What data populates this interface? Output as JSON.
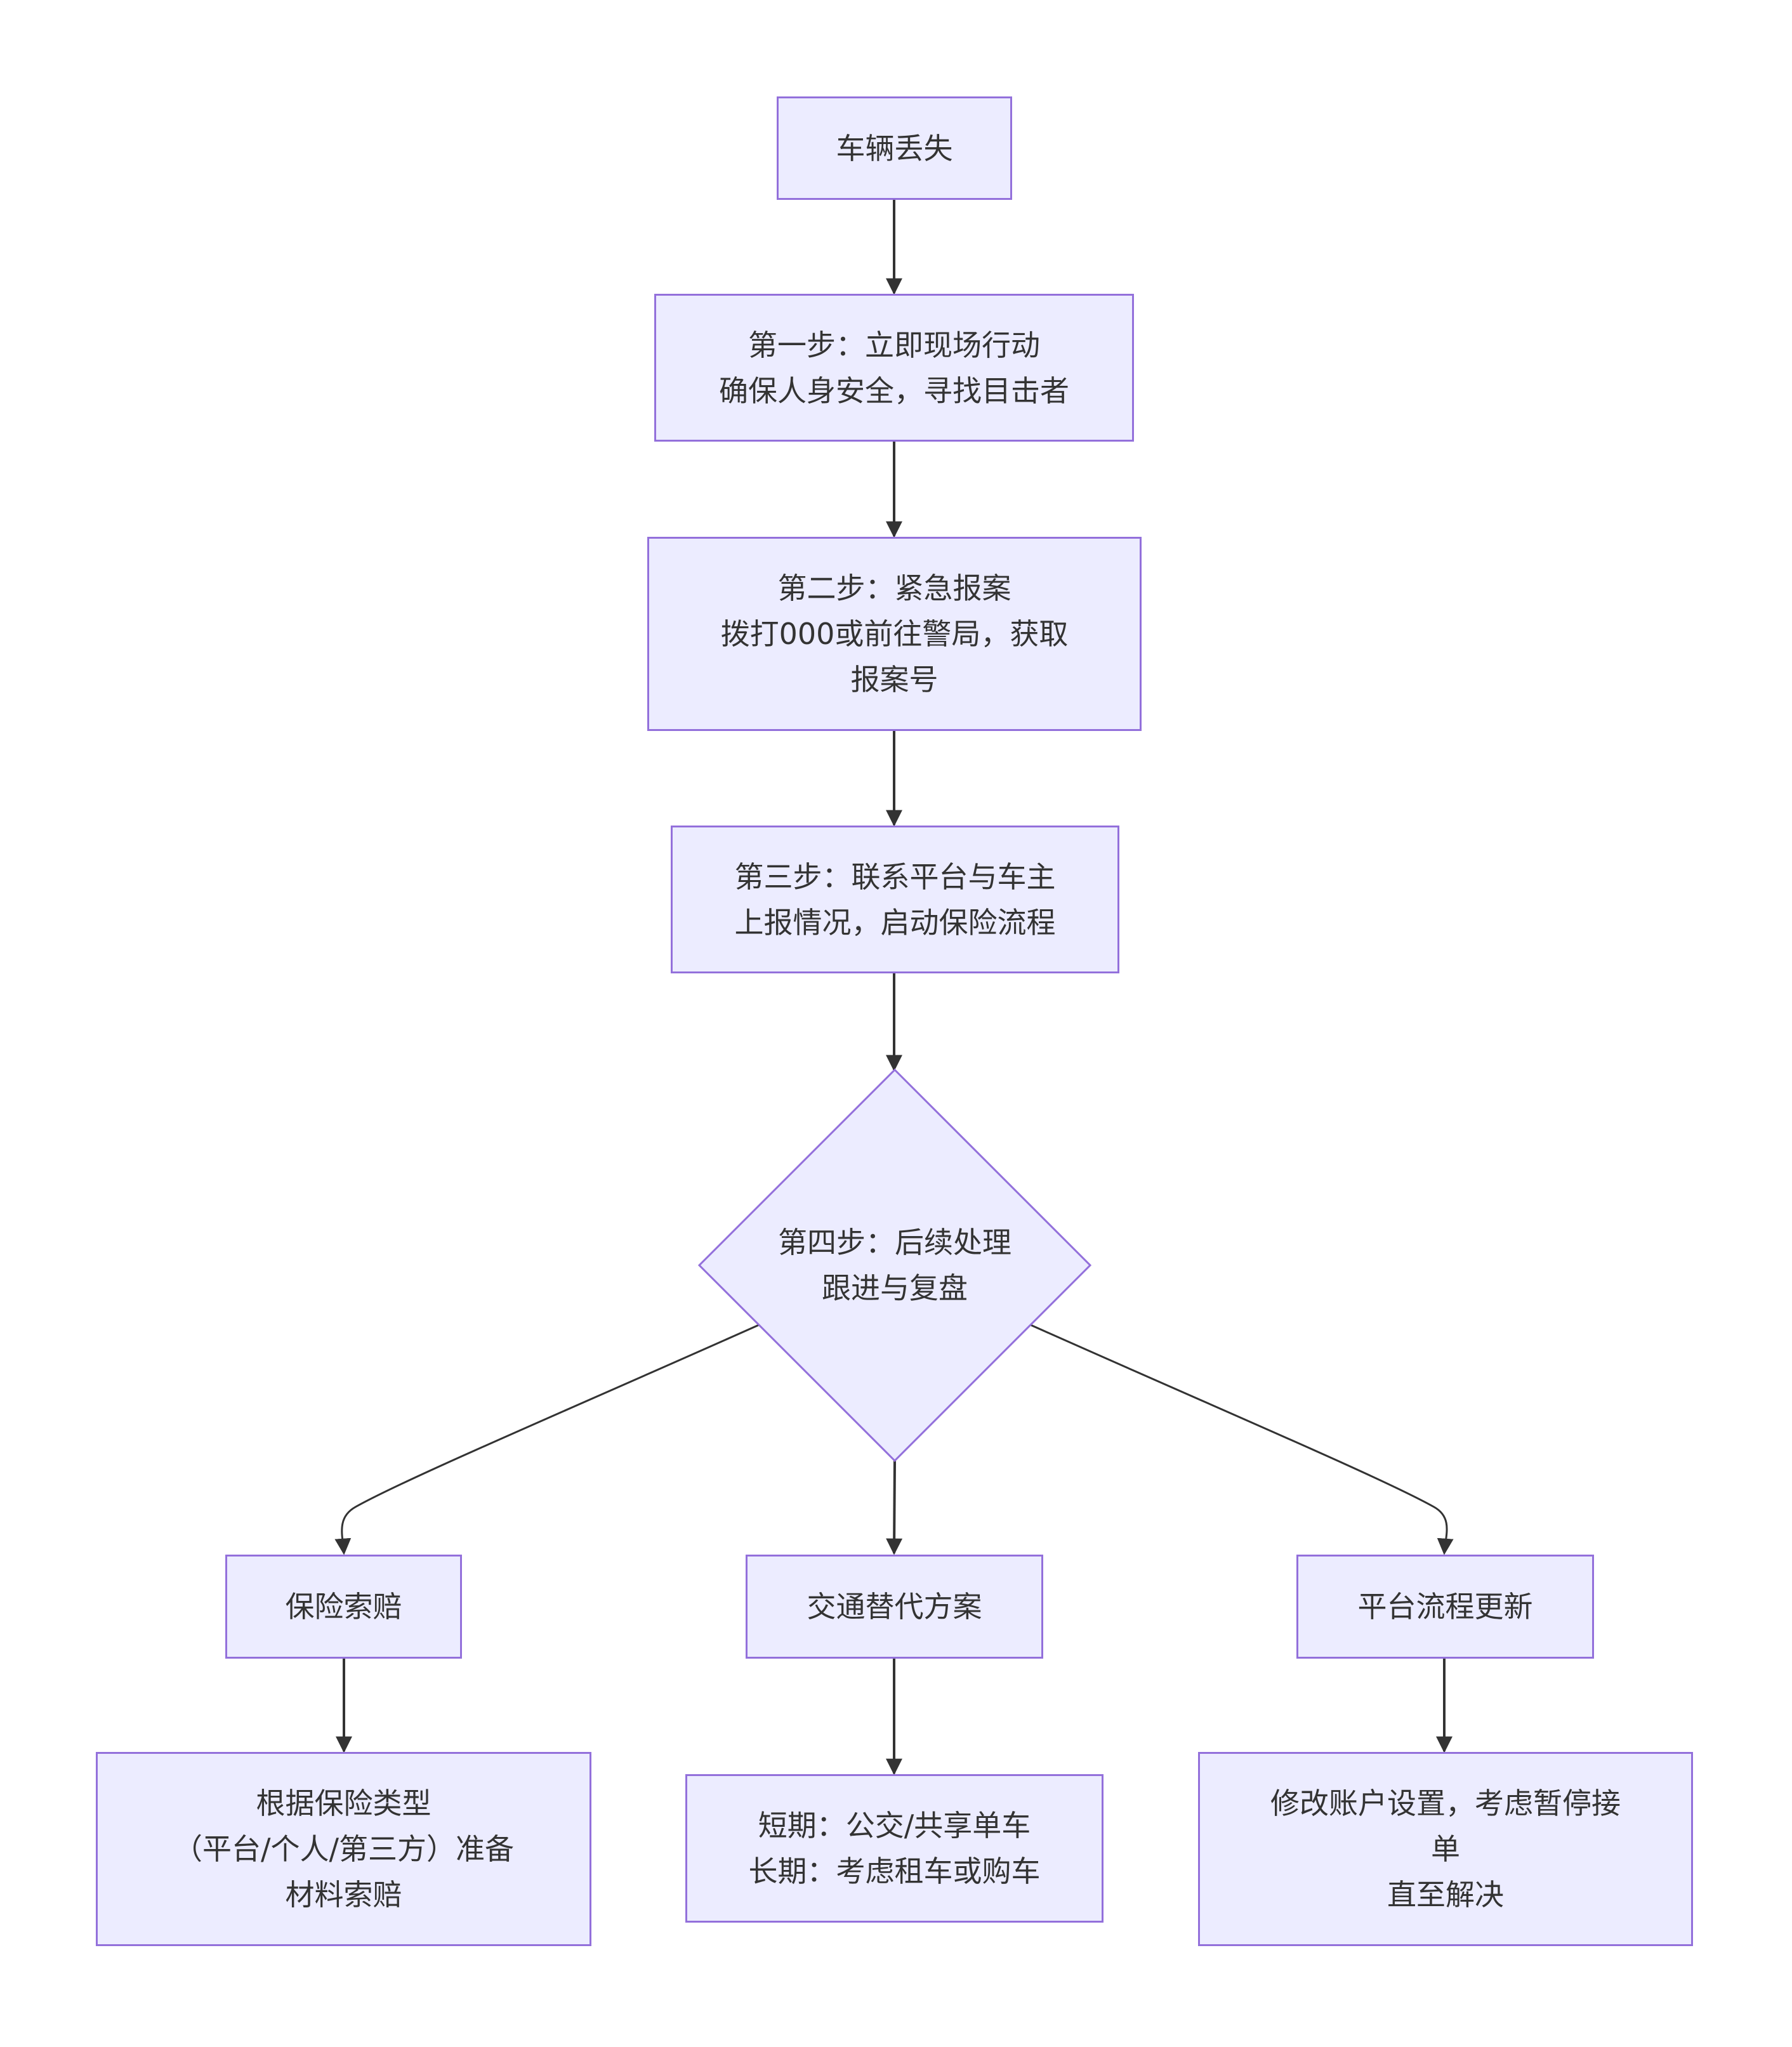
{
  "nodes": {
    "start": [
      "车辆丢失"
    ],
    "step1": [
      "第一步：立即现场行动",
      "确保人身安全，寻找目击者"
    ],
    "step2": [
      "第二步：紧急报案",
      "拨打000或前往警局，获取",
      "报案号"
    ],
    "step3": [
      "第三步：联系平台与车主",
      "上报情况，启动保险流程"
    ],
    "step4": [
      "第四步：后续处理",
      "跟进与复盘"
    ],
    "insurance": [
      "保险索赔"
    ],
    "transport": [
      "交通替代方案"
    ],
    "platform": [
      "平台流程更新"
    ],
    "insurance_detail": [
      "根据保险类型",
      "（平台/个人/第三方）准备",
      "材料索赔"
    ],
    "transport_detail": [
      "短期：公交/共享单车",
      "长期：考虑租车或购车"
    ],
    "platform_detail": [
      "修改账户设置，考虑暂停接",
      "单",
      "直至解决"
    ]
  },
  "colors": {
    "node_fill": "#ececff",
    "node_border": "#9370db",
    "edge": "#333333",
    "text": "#333333"
  }
}
